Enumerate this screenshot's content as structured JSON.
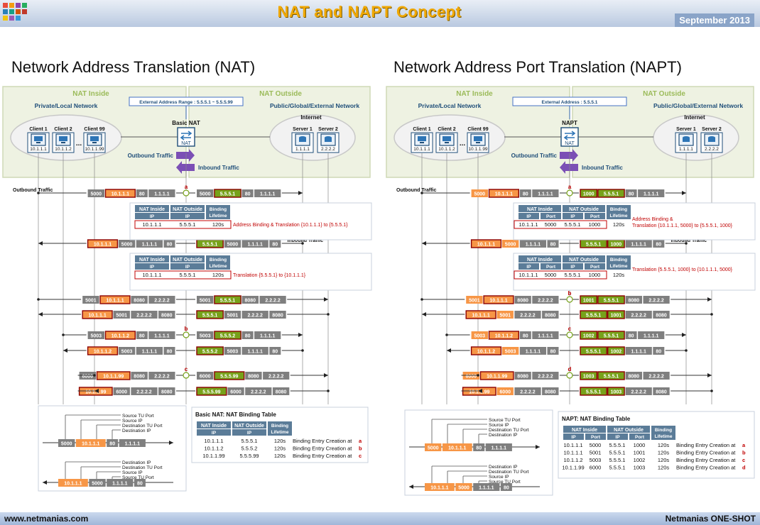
{
  "header": {
    "title": "NAT and NAPT Concept",
    "date": "September 2013"
  },
  "footer": {
    "left": "www.netmanias.com",
    "right": "Netmanias ONE-SHOT"
  },
  "sections": {
    "nat": "Network Address Translation (NAT)",
    "napt": "Network Address Port Translation (NAPT)"
  },
  "common": {
    "nat_inside": "NAT Inside",
    "nat_outside": "NAT Outside",
    "private": "Private/Local Network",
    "public": "Public/Global/External Network",
    "internet": "Internet",
    "client1": "Client 1",
    "client2": "Client 2",
    "client99": "Client 99",
    "ip1": "10.1.1.1",
    "ip2": "10.1.1.2",
    "ip99": "10.1.1.99",
    "server1": "Server 1",
    "server2": "Server 2",
    "sip1": "1.1.1.1",
    "sip2": "2.2.2.2",
    "outbound": "Outbound Traffic",
    "inbound": "Inbound Traffic",
    "ellipsis": "...",
    "ip_h": "IP",
    "port_h": "Port",
    "bind_h1": "Binding",
    "bind_h2": "Lifetime",
    "nat_box": "NAT"
  },
  "nat": {
    "ext_range": "External Address Range : 5.5.5.1 ~ 5.5.5.99",
    "device": "Basic NAT",
    "note1": "Address Binding & Translation {10.1.1.1} to {5.5.5.1}",
    "note2": "Translation {5.5.5.1} to {10.1.1.1}",
    "table_title": "Basic NAT: NAT Binding Table",
    "table_rows": [
      [
        "10.1.1.1",
        "5.5.5.1",
        "120s",
        "Binding Entry Creation at ",
        "a"
      ],
      [
        "10.1.1.2",
        "5.5.5.2",
        "120s",
        "Binding Entry Creation at ",
        "b"
      ],
      [
        "10.1.1.99",
        "5.5.5.99",
        "120s",
        "Binding Entry Creation at ",
        "c"
      ]
    ],
    "legend_top": [
      "Source TU Port",
      "Source IP",
      "Destination TU Port",
      "Destination IP"
    ],
    "legend_bottom": [
      "Destination IP",
      "Destination TU Port",
      "Source IP",
      "Source TU Port"
    ],
    "legend_pkt1": [
      "5000",
      "10.1.1.1",
      "80",
      "1.1.1.1"
    ],
    "legend_pkt2": [
      "10.1.1.1",
      "5000",
      "1.1.1.1",
      "80"
    ],
    "pkts": [
      {
        "l": [
          "5000",
          "10.1.1.1",
          "80",
          "1.1.1.1"
        ],
        "r": [
          "5000",
          "5.5.5.1",
          "80",
          "1.1.1.1"
        ],
        "m": "a"
      },
      {
        "l": [
          "10.1.1.1",
          "5000",
          "1.1.1.1",
          "80"
        ],
        "r": [
          "5.5.5.1",
          "5000",
          "1.1.1.1",
          "80"
        ]
      },
      {
        "l": [
          "5001",
          "10.1.1.1",
          "8080",
          "2.2.2.2"
        ],
        "r": [
          "5001",
          "5.5.5.1",
          "8080",
          "2.2.2.2"
        ]
      },
      {
        "l": [
          "10.1.1.1",
          "5001",
          "2.2.2.2",
          "8080"
        ],
        "r": [
          "5.5.5.1",
          "5001",
          "2.2.2.2",
          "8080"
        ]
      },
      {
        "l": [
          "5003",
          "10.1.1.2",
          "80",
          "1.1.1.1"
        ],
        "r": [
          "5003",
          "5.5.5.2",
          "80",
          "1.1.1.1"
        ],
        "m": "b"
      },
      {
        "l": [
          "10.1.1.2",
          "5003",
          "1.1.1.1",
          "80"
        ],
        "r": [
          "5.5.5.2",
          "5003",
          "1.1.1.1",
          "80"
        ]
      },
      {
        "l": [
          "6000",
          "10.1.1.99",
          "8080",
          "2.2.2.2"
        ],
        "r": [
          "6000",
          "5.5.5.99",
          "8080",
          "2.2.2.2"
        ],
        "m": "c"
      },
      {
        "l": [
          "10.1.1.99",
          "6000",
          "2.2.2.2",
          "8080"
        ],
        "r": [
          "5.5.5.99",
          "6000",
          "2.2.2.2",
          "8080"
        ]
      }
    ]
  },
  "napt": {
    "ext_range": "External Address : 5.5.5.1",
    "device": "NAPT",
    "note1a": "Address Binding &",
    "note1b": "Translation {10.1.1.1, 5000} to {5.5.5.1, 1000}",
    "note2": "Translation {5.5.5.1, 1000} to {10.1.1.1, 5000}",
    "row1": [
      "10.1.1.1",
      "5000",
      "5.5.5.1",
      "1000",
      "120s"
    ],
    "table_title": "NAPT: NAT Binding Table",
    "table_rows": [
      [
        "10.1.1.1",
        "5000",
        "5.5.5.1",
        "1000",
        "120s",
        "Binding Entry Creation at ",
        "a"
      ],
      [
        "10.1.1.1",
        "5001",
        "5.5.5.1",
        "1001",
        "120s",
        "Binding Entry Creation at ",
        "b"
      ],
      [
        "10.1.1.2",
        "5003",
        "5.5.5.1",
        "1002",
        "120s",
        "Binding Entry Creation at ",
        "c"
      ],
      [
        "10.1.1.99",
        "6000",
        "5.5.5.1",
        "1003",
        "120s",
        "Binding Entry Creation at ",
        "d"
      ]
    ],
    "pkts": [
      {
        "l": [
          "5000",
          "10.1.1.1",
          "80",
          "1.1.1.1"
        ],
        "r": [
          "1000",
          "5.5.5.1",
          "80",
          "1.1.1.1"
        ],
        "m": "a"
      },
      {
        "l": [
          "10.1.1.1",
          "5000",
          "1.1.1.1",
          "80"
        ],
        "r": [
          "5.5.5.1",
          "1000",
          "1.1.1.1",
          "80"
        ]
      },
      {
        "l": [
          "5001",
          "10.1.1.1",
          "8080",
          "2.2.2.2"
        ],
        "r": [
          "1001",
          "5.5.5.1",
          "8080",
          "2.2.2.2"
        ],
        "m": "b"
      },
      {
        "l": [
          "10.1.1.1",
          "5001",
          "2.2.2.2",
          "8080"
        ],
        "r": [
          "5.5.5.1",
          "1001",
          "2.2.2.2",
          "8080"
        ]
      },
      {
        "l": [
          "5003",
          "10.1.1.2",
          "80",
          "1.1.1.1"
        ],
        "r": [
          "1002",
          "5.5.5.1",
          "80",
          "1.1.1.1"
        ],
        "m": "c"
      },
      {
        "l": [
          "10.1.1.2",
          "5003",
          "1.1.1.1",
          "80"
        ],
        "r": [
          "5.5.5.1",
          "1002",
          "1.1.1.1",
          "80"
        ]
      },
      {
        "l": [
          "6000",
          "10.1.1.99",
          "8080",
          "2.2.2.2"
        ],
        "r": [
          "1003",
          "5.5.5.1",
          "8080",
          "2.2.2.2"
        ],
        "m": "d"
      },
      {
        "l": [
          "10.1.1.99",
          "6000",
          "2.2.2.2",
          "8080"
        ],
        "r": [
          "5.5.5.1",
          "1003",
          "2.2.2.2",
          "8080"
        ]
      }
    ]
  },
  "colors": {
    "gray": "#7f7f7f",
    "orange": "#f79646",
    "green": "#77a21a",
    "header": "#5b7c98",
    "panel": "#eef2e2",
    "purple": "#7b4fb5",
    "red": "#c00000",
    "blue": "#1f4e79"
  }
}
